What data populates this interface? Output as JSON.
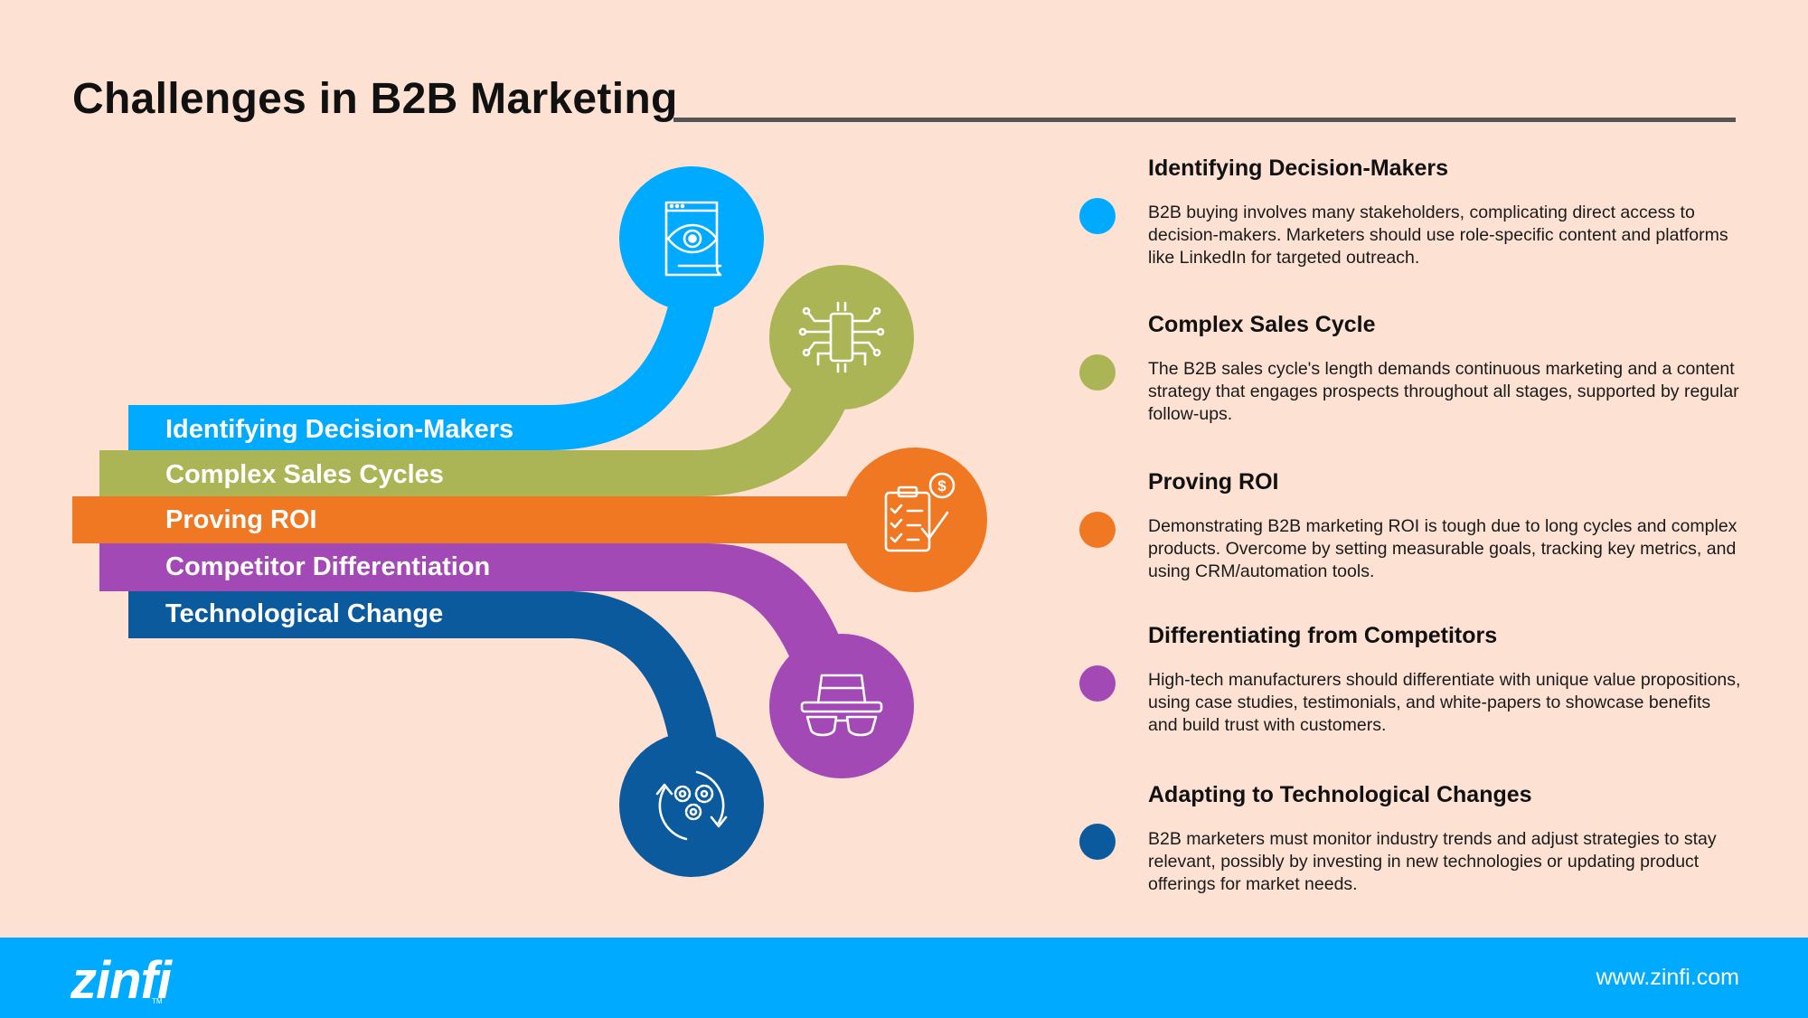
{
  "title": "Challenges in B2B Marketing",
  "colors": {
    "background": "#fde2d4",
    "blue_light": "#00aaff",
    "green": "#abb556",
    "orange": "#f07822",
    "purple": "#a349b5",
    "blue_dark": "#0b5a9e",
    "footer": "#00aaff"
  },
  "bands": [
    {
      "label": "Identifying Decision-Makers",
      "color": "#00aaff",
      "icon": "browser-eye-icon"
    },
    {
      "label": "Complex Sales Cycles",
      "color": "#abb556",
      "icon": "circuit-chip-icon"
    },
    {
      "label": "Proving ROI",
      "color": "#f07822",
      "icon": "checklist-dollar-icon"
    },
    {
      "label": "Competitor Differentiation",
      "color": "#a349b5",
      "icon": "incognito-hat-glasses-icon"
    },
    {
      "label": "Technological Change",
      "color": "#0b5a9e",
      "icon": "gears-cycle-icon"
    }
  ],
  "items": [
    {
      "heading": "Identifying Decision-Makers",
      "color": "#00aaff",
      "body": "B2B buying involves many stakeholders, complicating direct access to decision-makers. Marketers should use role-specific content and platforms like LinkedIn for targeted outreach."
    },
    {
      "heading": "Complex Sales Cycle",
      "color": "#abb556",
      "body": "The B2B sales cycle's length demands continuous marketing and a content strategy that engages prospects throughout all stages, supported by regular follow-ups."
    },
    {
      "heading": "Proving ROI",
      "color": "#f07822",
      "body": "Demonstrating B2B marketing ROI is tough due to long cycles and complex products. Overcome by setting measurable goals, tracking key metrics, and using CRM/automation tools."
    },
    {
      "heading": "Differentiating from Competitors",
      "color": "#a349b5",
      "body": "High-tech manufacturers should differentiate with unique value propositions, using case studies, testimonials, and white-papers to showcase benefits and build trust with customers."
    },
    {
      "heading": "Adapting to Technological Changes",
      "color": "#0b5a9e",
      "body": "B2B marketers must monitor industry trends and adjust strategies to stay relevant, possibly by investing in new technologies or updating product offerings for market needs."
    }
  ],
  "footer": {
    "logo": "zinfi",
    "logo_tm": "TM",
    "url": "www.zinfi.com"
  }
}
